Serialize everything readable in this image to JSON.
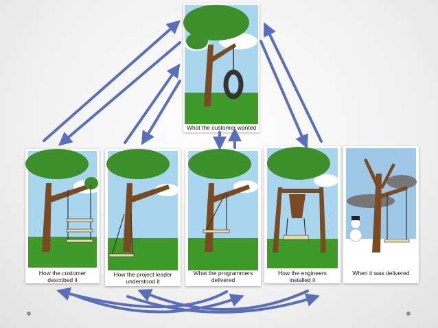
{
  "panels": {
    "top": {
      "caption": "What the customer wanted"
    },
    "customer": {
      "caption": "How the customer\ndescribed it"
    },
    "leader": {
      "caption": "How the project leader\nunderstood it"
    },
    "programmers": {
      "caption": "What the programmers\ndelivered"
    },
    "engineers": {
      "caption": "How the engineers\ninstalled it"
    },
    "delivered": {
      "caption": "When it was delivered"
    }
  },
  "colors": {
    "arrow": "#5b6fb8",
    "sky": "#a9d6ee",
    "grass": "#3f9a2a",
    "trunk": "#7a4a22",
    "leaves": "#3d8f2c",
    "storm_sky": "#9fc8e6"
  }
}
